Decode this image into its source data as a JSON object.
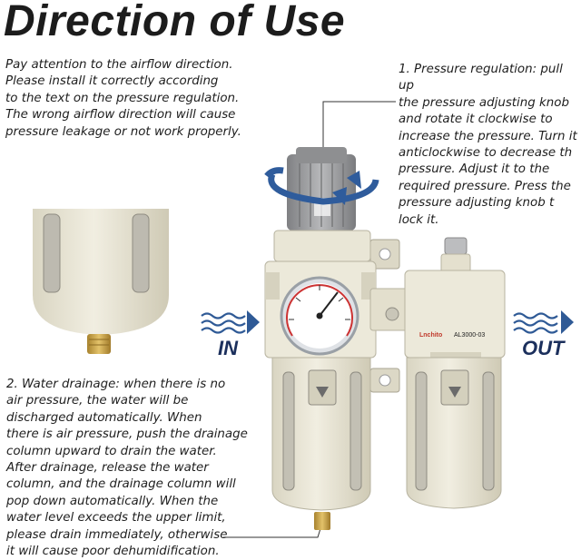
{
  "heading": "Direction of Use",
  "intro_text": "Pay attention to the airflow direction.\nPlease install it correctly according\nto the text on the pressure regulation.\nThe wrong airflow direction will cause\npressure leakage or not work properly.",
  "pressure_note": "1. Pressure regulation: pull up\nthe pressure adjusting knob\nand rotate it clockwise to\nincrease the pressure. Turn it\nanticlockwise to decrease th\npressure. Adjust it to the\nrequired pressure. Press the\npressure adjusting knob t\nlock it.",
  "drainage_note": "2. Water drainage: when there is no\nair pressure, the water will be\ndischarged automatically. When\nthere is air pressure, push the drainage\ncolumn upward to drain the water.\nAfter drainage, release the water\ncolumn, and the drainage column will\npop down automatically. When the\nwater level exceeds the upper limit,\nplease drain immediately, otherwise\nit will cause poor dehumidification.",
  "flow_in": "IN",
  "flow_out": "OUT",
  "model_label": "AL3000-03",
  "brand_label": "Lnchito",
  "colors": {
    "body": "#e9e6d6",
    "knob": "#9a9b9d",
    "arrow": "#2f5c9c",
    "wave": "#2f5a96",
    "brass": "#c9a34a"
  }
}
